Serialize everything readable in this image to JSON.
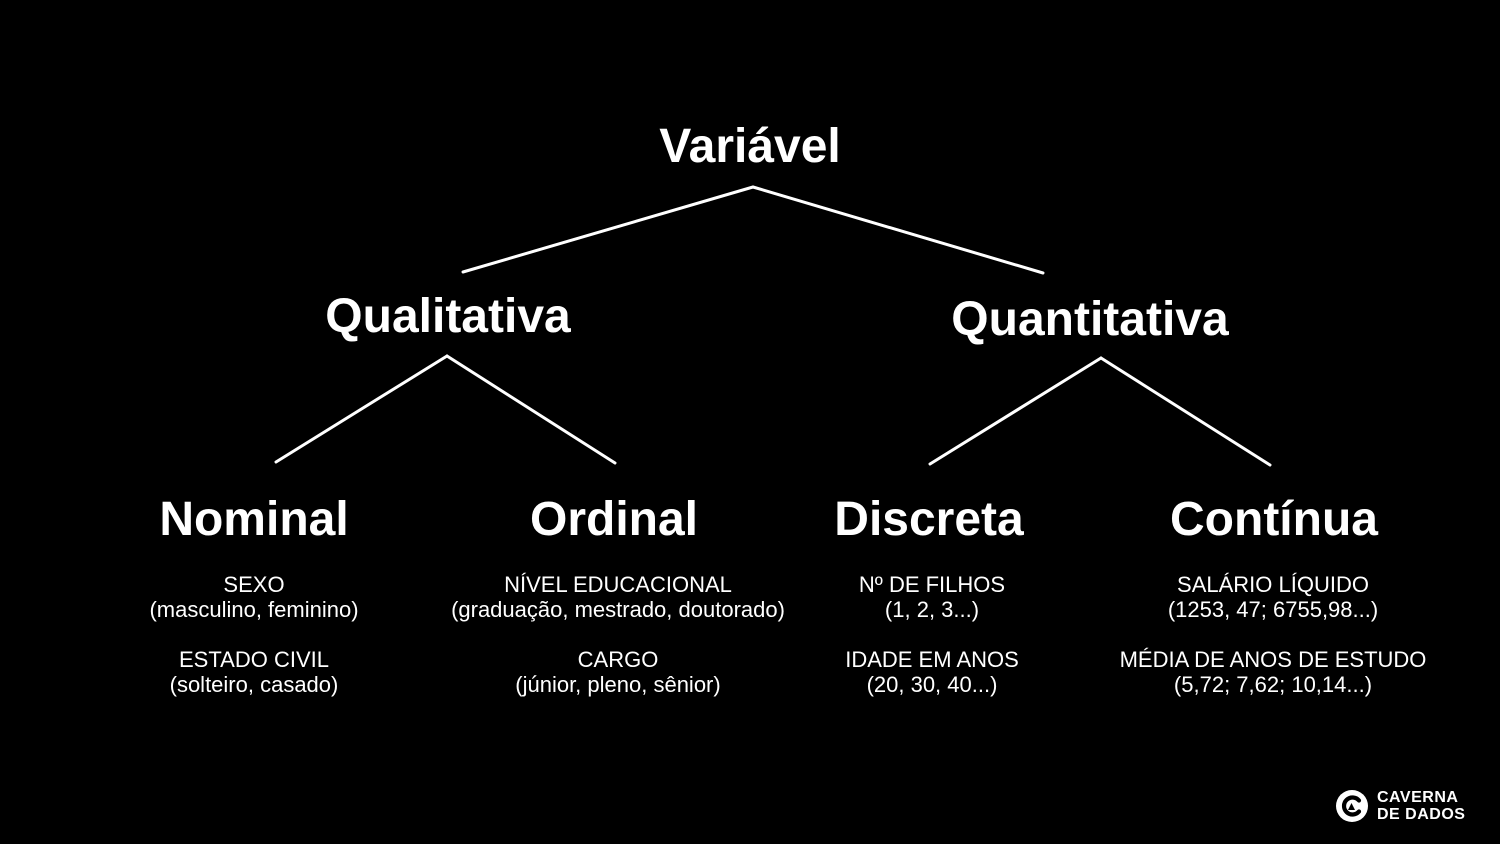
{
  "diagram": {
    "root": "Variável",
    "branches": [
      {
        "label": "Qualitativa",
        "children": [
          {
            "label": "Nominal",
            "examples": [
              {
                "name": "SEXO",
                "values": "(masculino, feminino)"
              },
              {
                "name": "ESTADO CIVIL",
                "values": "(solteiro, casado)"
              }
            ]
          },
          {
            "label": "Ordinal",
            "examples": [
              {
                "name": "NÍVEL EDUCACIONAL",
                "values": "(graduação, mestrado, doutorado)"
              },
              {
                "name": "CARGO",
                "values": "(júnior, pleno, sênior)"
              }
            ]
          }
        ]
      },
      {
        "label": "Quantitativa",
        "children": [
          {
            "label": "Discreta",
            "examples": [
              {
                "name": "Nº DE FILHOS",
                "values": "(1, 2, 3...)"
              },
              {
                "name": "IDADE EM ANOS",
                "values": "(20, 30, 40...)"
              }
            ]
          },
          {
            "label": "Contínua",
            "examples": [
              {
                "name": "SALÁRIO LÍQUIDO",
                "values": "(1253, 47; 6755,98...)"
              },
              {
                "name": "MÉDIA DE ANOS DE ESTUDO",
                "values": "(5,72; 7,62; 10,14...)"
              }
            ]
          }
        ]
      }
    ]
  },
  "brand": {
    "line1": "CAVERNA",
    "line2": "DE DADOS",
    "icon": "caverna-de-dados-logo-icon"
  },
  "colors": {
    "background": "#000000",
    "foreground": "#ffffff"
  }
}
